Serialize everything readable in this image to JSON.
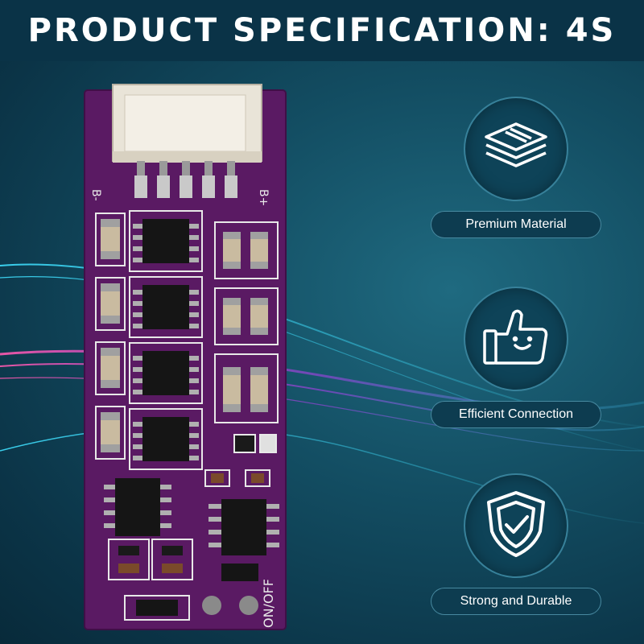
{
  "banner": {
    "title": "PRODUCT SPECIFICATION: 4S"
  },
  "board": {
    "label_b_minus": "B-",
    "label_b_plus": "B+",
    "label_onoff": "ON/OFF",
    "colors": {
      "pcb": "#5a1a63",
      "silk": "#e8e8e8",
      "connector": "#e9e4d8"
    }
  },
  "features": [
    {
      "label": "Premium Material",
      "icon": "layers-icon"
    },
    {
      "label": "Efficient Connection",
      "icon": "thumbs-up-icon"
    },
    {
      "label": "Strong and Durable",
      "icon": "shield-check-icon"
    }
  ],
  "colors": {
    "background": "#134e63",
    "accent": "#2ec8e8",
    "banner": "#0a3347"
  }
}
